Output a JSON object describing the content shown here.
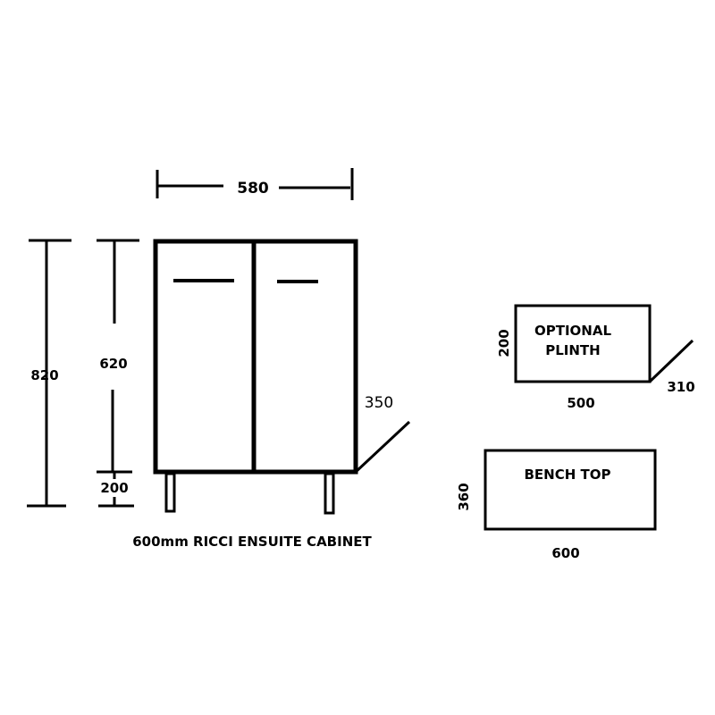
{
  "cabinet": {
    "caption": "600mm RICCI ENSUITE CABINET",
    "width": "580",
    "total_height": "820",
    "body_height": "620",
    "leg_height": "200",
    "depth": "350"
  },
  "plinth": {
    "label_line1": "OPTIONAL",
    "label_line2": "PLINTH",
    "height": "200",
    "width": "500",
    "depth": "310"
  },
  "bench_top": {
    "label": "BENCH TOP",
    "height": "360",
    "width": "600"
  }
}
